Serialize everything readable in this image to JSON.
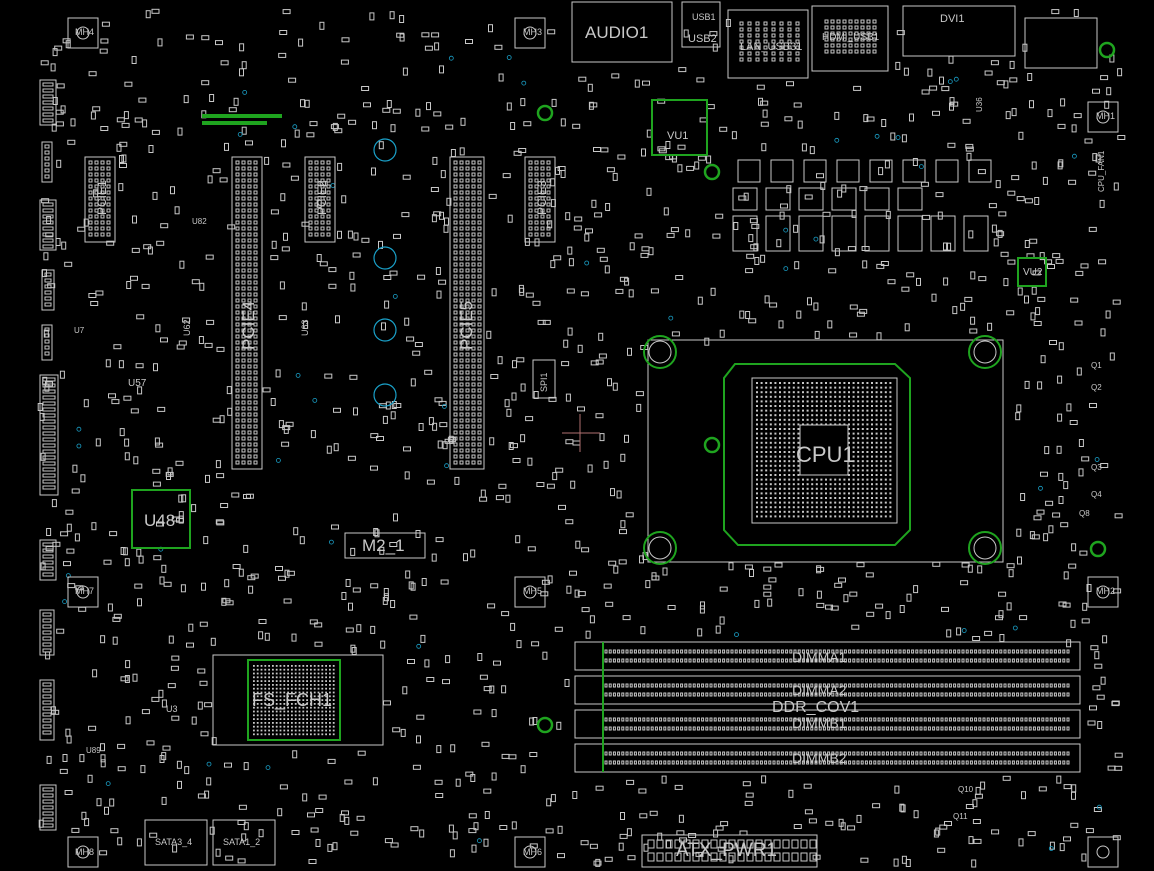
{
  "view": {
    "background": "#000000",
    "outline_color": "#c8c8c8",
    "copper_color": "#1fa41f",
    "hole_color": "#1aa0c8"
  },
  "refdes": {
    "audio": "AUDIO1",
    "usb1": "USB1",
    "usb2": "USB2",
    "lan_usb": "LAN_USB31",
    "hdmi_usb": "HDMI_USB1",
    "dvi": "DVI1",
    "mh4": "MH4",
    "mh1": "MH1",
    "mh3": "MH3",
    "mh2": "MH2",
    "mh5": "MH5",
    "mh6": "MH6",
    "mh7": "MH7",
    "mh8": "MH8",
    "pcie1": "PCIE1",
    "pcie2": "PCIE2",
    "pcie3": "PCIE3",
    "pcie4": "PCIE4",
    "pcie5": "PCIE5",
    "cpu1": "CPU1",
    "u48": "U48",
    "u57": "U57",
    "m2": "M2_1",
    "fch": "FS_FCH1",
    "dimma1": "DIMMA1",
    "dimma2": "DIMMA2",
    "ddr_cov": "DDR_COV1",
    "dimmb1": "DIMMB1",
    "dimmb2": "DIMMB2",
    "atx": "ATX_PWR1",
    "sata34": "SATA3_4",
    "sata12": "SATA1_2",
    "spi": "SPI1",
    "cpu_fan": "CPU_FAN1",
    "vu1": "VU1",
    "vu2": "VU2",
    "u36": "U36",
    "q1": "Q1",
    "q2": "Q2",
    "q3": "Q3",
    "q4": "Q4",
    "q8": "Q8",
    "q10": "Q10",
    "q11": "Q11",
    "u62": "U62",
    "u63": "U63",
    "u3": "U3",
    "u7": "U7",
    "u82": "U82",
    "u89": "U89"
  }
}
